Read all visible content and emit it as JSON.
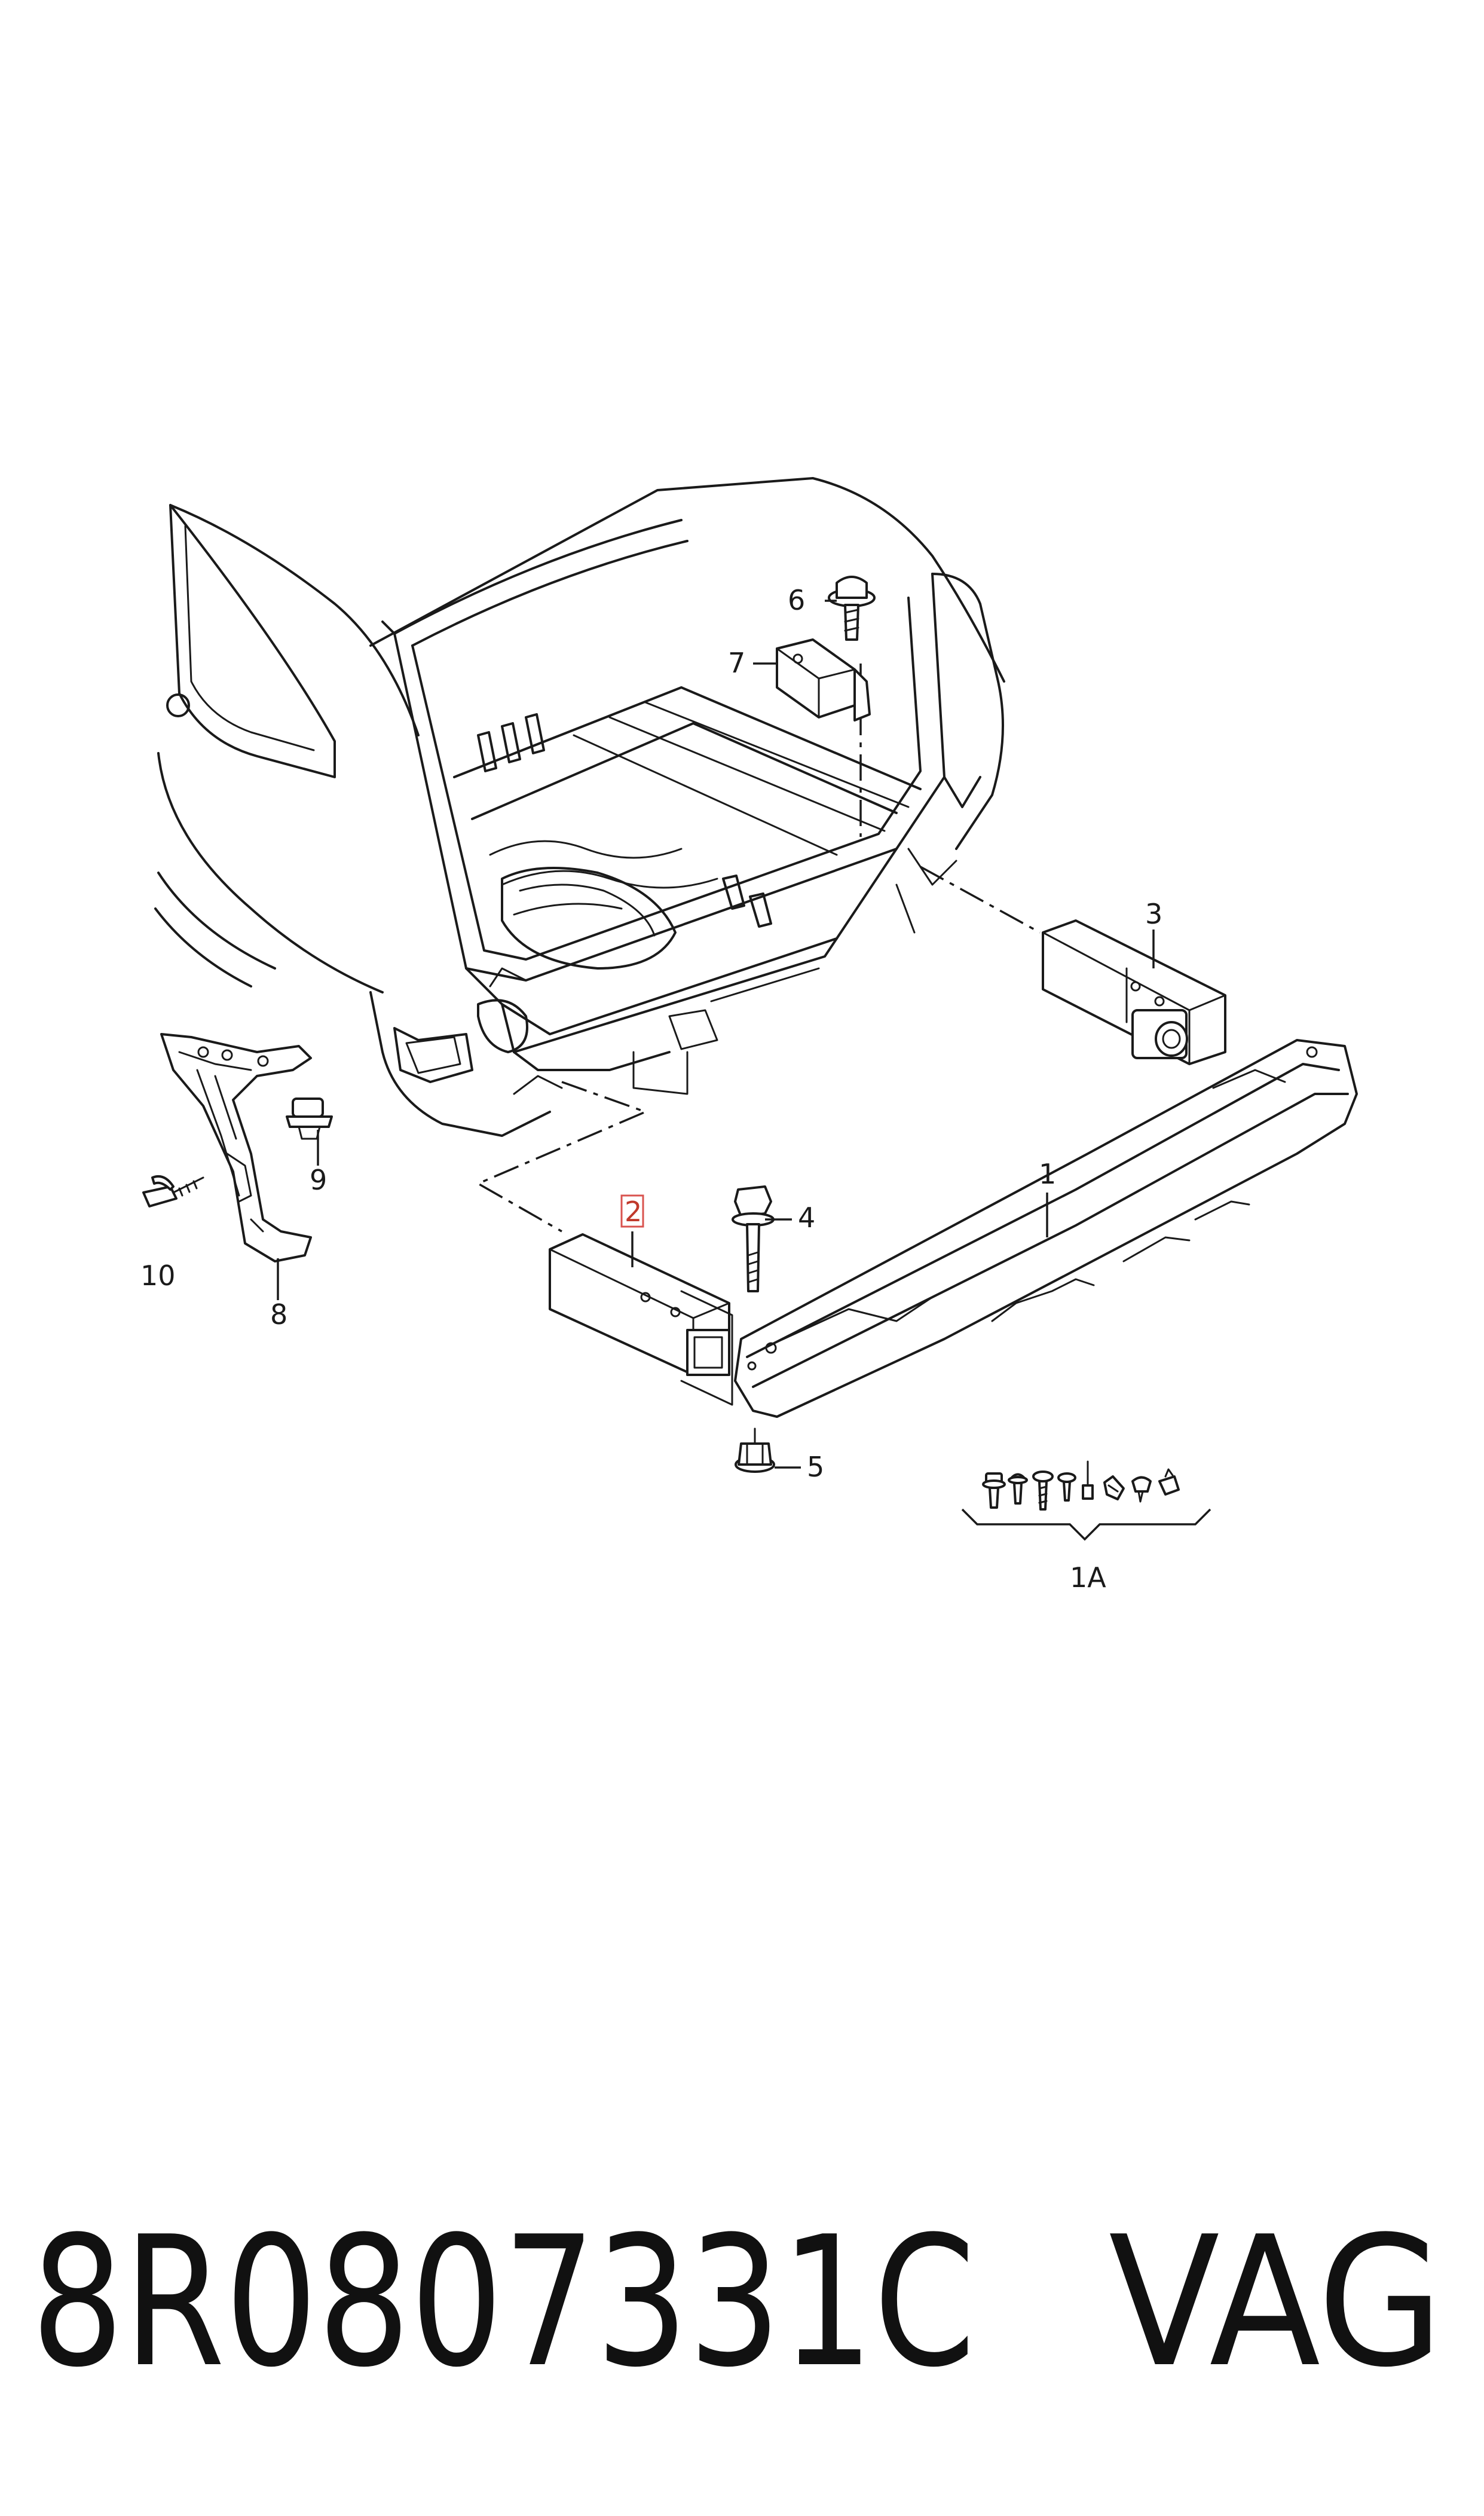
{
  "callouts": {
    "c1": "1",
    "c1a": "1A",
    "c2": "2",
    "c3": "3",
    "c4": "4",
    "c5": "5",
    "c6": "6",
    "c7": "7",
    "c8": "8",
    "c9": "9",
    "c10": "10"
  },
  "highlighted_callout": "2",
  "footer": {
    "part_number": "8R0807331C",
    "brand": "VAG"
  },
  "colors": {
    "line": "#1a1a1a",
    "highlight": "#d9534f",
    "background": "#ffffff"
  }
}
